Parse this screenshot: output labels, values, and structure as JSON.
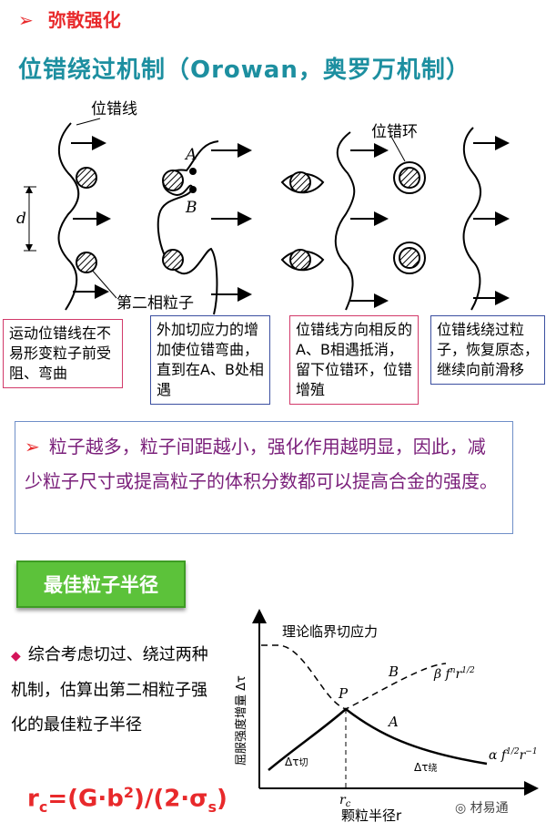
{
  "section_title": "弥散强化",
  "mechanism_title": "位错绕过机制（Orowan，奥罗万机制）",
  "diagram": {
    "label_dislocation_line": "位错线",
    "label_spacing": "d",
    "label_A": "A",
    "label_B": "B",
    "label_loop": "位错环",
    "label_particle": "第二相粒子"
  },
  "captions": [
    "运动位错线在不易形变粒子前受阻、弯曲",
    "外加切应力的增加使位错弯曲，直到在A、B处相遇",
    "位错线方向相反的A、B相遇抵消，留下位错环，位错增殖",
    "位错线绕过粒子，恢复原态，继续向前滑移"
  ],
  "note": "粒子越多，粒子间距越小，强化作用越明显，因此，减少粒子尺寸或提高粒子的体积分数都可以提高合金的强度。",
  "optimal_badge": "最佳粒子半径",
  "summary": "综合考虑切过、绕过两种机制，估算出第二相粒子强化的最佳粒子半径",
  "formula": {
    "lhs": "r",
    "lhs_sub": "c",
    "mid": "=(G·b",
    "sup": "2",
    "mid2": ")/(2·σ",
    "sub2": "s",
    "end": ")"
  },
  "chart_data": {
    "type": "line",
    "xlabel": "颗粒半径r",
    "ylabel": "屈服强度增量 Δτ",
    "annotations": {
      "theory": "理论临界切应力",
      "B": "B",
      "A": "A",
      "P": "P",
      "rc": "r",
      "rc_sub": "c",
      "cut": "Δτ",
      "cut_sub": "切",
      "bypass": "Δτ",
      "bypass_sub": "绕",
      "beta": "β f",
      "beta_sup1": "n",
      "beta_mid": "r",
      "beta_sup2": "1/2",
      "alpha": "α f",
      "alpha_sup1": "1/2",
      "alpha_mid": "r",
      "alpha_sup2": "−1"
    },
    "series": [
      {
        "curve": "A",
        "style": "solid"
      },
      {
        "curve": "B",
        "style": "dashed"
      }
    ]
  },
  "watermark": "材易通"
}
